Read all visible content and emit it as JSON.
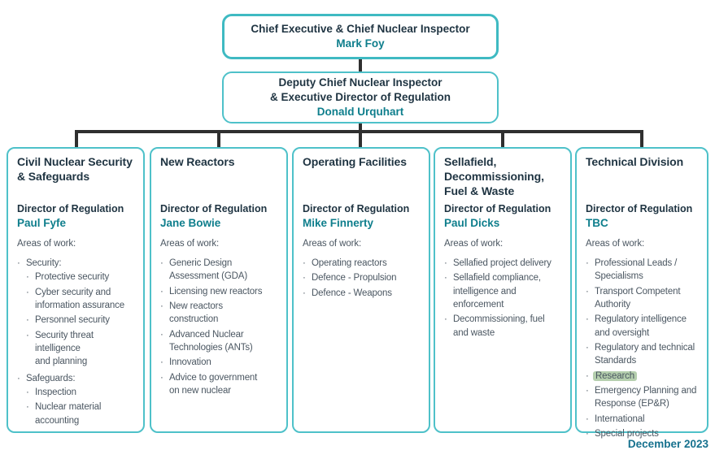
{
  "colors": {
    "box_border_teal": "#4ec1c9",
    "top_box_border_teal": "#3fbac2",
    "heading_navy": "#1f3442",
    "name_teal": "#0e7e8c",
    "body_text": "#4a5661",
    "connector_dark": "#2f2f2f",
    "research_highlight": "#b5cfae",
    "footer_teal": "#16718e"
  },
  "top_box": {
    "title": "Chief Executive & Chief Nuclear Inspector",
    "name": "Mark Foy"
  },
  "deputy_box": {
    "title": "Deputy Chief Nuclear Inspector\n& Executive Director of Regulation",
    "name": "Donald Urquhart"
  },
  "footer": {
    "date": "December 2023"
  },
  "columns": [
    {
      "title": "Civil Nuclear Security\n& Safeguards",
      "director_label": "Director of Regulation",
      "director_name": "Paul Fyfe",
      "areas_label": "Areas of work:",
      "areas": [
        {
          "text": "Security:",
          "children": [
            {
              "text": "Protective security"
            },
            {
              "text": "Cyber security and\ninformation assurance"
            },
            {
              "text": "Personnel security"
            },
            {
              "text": "Security threat\nintelligence\nand planning"
            }
          ]
        },
        {
          "text": "Safeguards:",
          "children": [
            {
              "text": "Inspection"
            },
            {
              "text": "Nuclear material\naccounting"
            }
          ]
        }
      ]
    },
    {
      "title": "New Reactors",
      "director_label": "Director of Regulation",
      "director_name": "Jane Bowie",
      "areas_label": "Areas of work:",
      "areas": [
        {
          "text": "Generic Design\nAssessment (GDA)"
        },
        {
          "text": "Licensing new reactors"
        },
        {
          "text": "New reactors\nconstruction"
        },
        {
          "text": "Advanced Nuclear\nTechnologies (ANTs)"
        },
        {
          "text": "Innovation"
        },
        {
          "text": "Advice to government\non new nuclear"
        }
      ]
    },
    {
      "title": "Operating Facilities",
      "director_label": "Director of Regulation",
      "director_name": "Mike Finnerty",
      "areas_label": "Areas of work:",
      "areas": [
        {
          "text": "Operating reactors"
        },
        {
          "text": "Defence - Propulsion"
        },
        {
          "text": "Defence - Weapons"
        }
      ]
    },
    {
      "title": "Sellafield,\nDecommissioning,\nFuel & Waste",
      "director_label": "Director of Regulation",
      "director_name": "Paul Dicks",
      "areas_label": "Areas of work:",
      "areas": [
        {
          "text": "Sellafied project delivery"
        },
        {
          "text": "Sellafield compliance,\nintelligence and\nenforcement"
        },
        {
          "text": "Decommissioning, fuel\nand waste"
        }
      ]
    },
    {
      "title": "Technical Division",
      "director_label": "Director of Regulation",
      "director_name": "TBC",
      "areas_label": "Areas of work:",
      "areas": [
        {
          "text": "Professional Leads /\nSpecialisms"
        },
        {
          "text": "Transport Competent\nAuthority"
        },
        {
          "text": "Regulatory intelligence\nand oversight"
        },
        {
          "text": "Regulatory and technical\nStandards"
        },
        {
          "text": "Research",
          "highlight": true
        },
        {
          "text": "Emergency Planning and\nResponse (EP&R)"
        },
        {
          "text": "International"
        },
        {
          "text": "Special projects"
        }
      ]
    }
  ]
}
